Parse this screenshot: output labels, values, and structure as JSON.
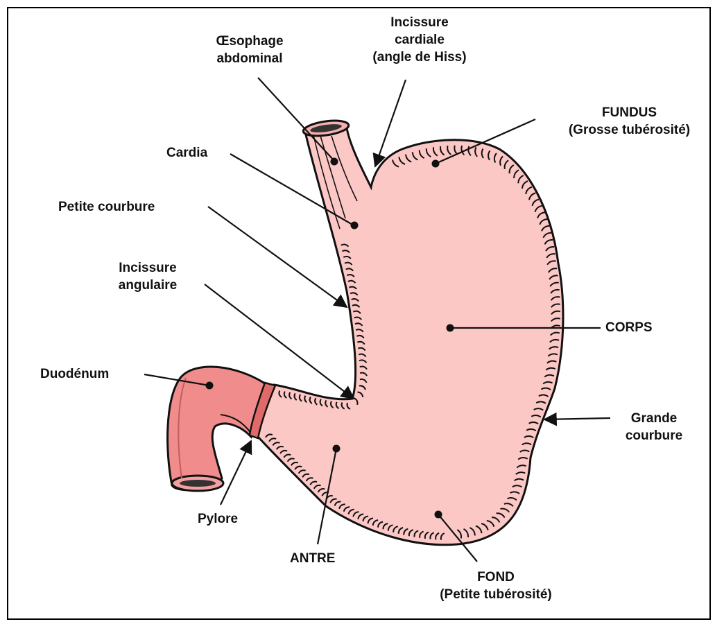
{
  "diagram": {
    "labels": {
      "oesophage": [
        "Œsophage",
        "abdominal"
      ],
      "incissure_cardiale": [
        "Incissure",
        "cardiale",
        "(angle de Hiss)"
      ],
      "fundus": [
        "FUNDUS",
        "(Grosse tubérosité)"
      ],
      "cardia": [
        "Cardia"
      ],
      "petite_courbure": [
        "Petite courbure"
      ],
      "incissure_angulaire": [
        "Incissure",
        "angulaire"
      ],
      "corps": [
        "CORPS"
      ],
      "duodenum": [
        "Duodénum"
      ],
      "grande_courbure": [
        "Grande",
        "courbure"
      ],
      "pylore": [
        "Pylore"
      ],
      "antre": [
        "ANTRE"
      ],
      "fond": [
        "FOND",
        "(Petite tubérosité)"
      ]
    },
    "colors": {
      "stomach_fill": "#fcc8c6",
      "duodenum_fill": "#f08c8c",
      "pylorus_ring": "#e06a6a",
      "outline": "#111111"
    }
  }
}
